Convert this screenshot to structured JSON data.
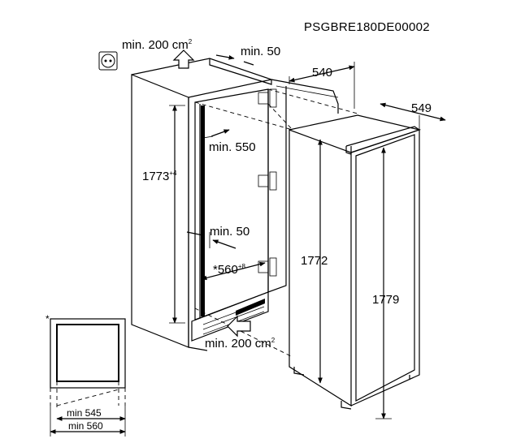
{
  "drawing_code": "PSGBRE180DE00002",
  "labels": {
    "vent_top": "min. 200 cm",
    "vent_top_sup": "2",
    "gap_top": "min. 50",
    "width_540": "540",
    "depth_549": "549",
    "depth_550": "min. 550",
    "niche_height": "1773",
    "niche_height_sup": "+4",
    "gap_rear": "min. 50",
    "niche_width": "*560",
    "niche_width_sup": "+8",
    "appliance_height": "1772",
    "overall_height": "1779",
    "vent_bottom": "min. 200 cm",
    "vent_bottom_sup": "2",
    "asterisk": "*",
    "min_545": "min 545",
    "min_560": "min 560"
  },
  "icons": [
    "power-socket-icon",
    "airflow-up-arrow-icon",
    "airflow-left-arrow-icon"
  ]
}
